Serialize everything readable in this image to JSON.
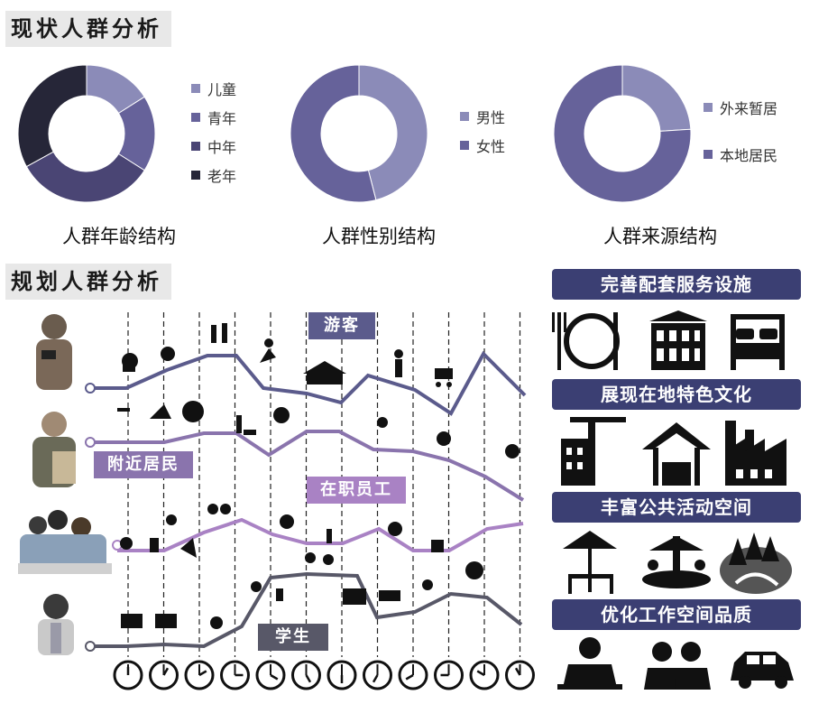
{
  "current": {
    "title": "现状人群分析",
    "charts": [
      {
        "caption": "人群年龄结构",
        "legend": [
          {
            "label": "儿童",
            "color": "#8b8bb8"
          },
          {
            "label": "青年",
            "color": "#66629a"
          },
          {
            "label": "中年",
            "color": "#4a4574"
          },
          {
            "label": "老年",
            "color": "#262638"
          }
        ]
      },
      {
        "caption": "人群性别结构",
        "legend": [
          {
            "label": "男性",
            "color": "#8b8bb8"
          },
          {
            "label": "女性",
            "color": "#66629a"
          }
        ]
      },
      {
        "caption": "人群来源结构",
        "legend": [
          {
            "label": "外来暂居",
            "color": "#8b8bb8"
          },
          {
            "label": "本地居民",
            "color": "#66629a"
          }
        ]
      }
    ]
  },
  "chart_data": [
    {
      "type": "pie",
      "title": "人群年龄结构",
      "categories": [
        "儿童",
        "青年",
        "中年",
        "老年"
      ],
      "values": [
        16,
        18,
        33,
        33
      ]
    },
    {
      "type": "pie",
      "title": "人群性别结构",
      "categories": [
        "男性",
        "女性"
      ],
      "values": [
        46,
        54
      ]
    },
    {
      "type": "pie",
      "title": "人群来源结构",
      "categories": [
        "外来暂居",
        "本地居民"
      ],
      "values": [
        24,
        76
      ]
    }
  ],
  "planned": {
    "title": "规划人群分析",
    "groups": [
      {
        "label": "游客",
        "color": "#5b5b8c"
      },
      {
        "label": "附近居民",
        "color": "#8a74ad"
      },
      {
        "label": "在职员工",
        "color": "#a982c4"
      },
      {
        "label": "学生",
        "color": "#585868"
      }
    ],
    "clock_count": 12
  },
  "strategies": [
    {
      "label": "完善配套服务设施",
      "icons": [
        "plate-cutlery-icon",
        "building-storefront-icon",
        "bed-icon"
      ]
    },
    {
      "label": "展现在地特色文化",
      "icons": [
        "construction-crane-icon",
        "pavilion-icon",
        "factory-icon"
      ]
    },
    {
      "label": "丰富公共活动空间",
      "icons": [
        "picnic-umbrella-icon",
        "carousel-icon",
        "park-trees-icon"
      ]
    },
    {
      "label": "优化工作空间品质",
      "icons": [
        "laptop-worker-icon",
        "people-meeting-icon",
        "car-icon"
      ]
    }
  ],
  "colors": {
    "banner": "#3b3f73",
    "title_bg": "#e8e8e8"
  }
}
